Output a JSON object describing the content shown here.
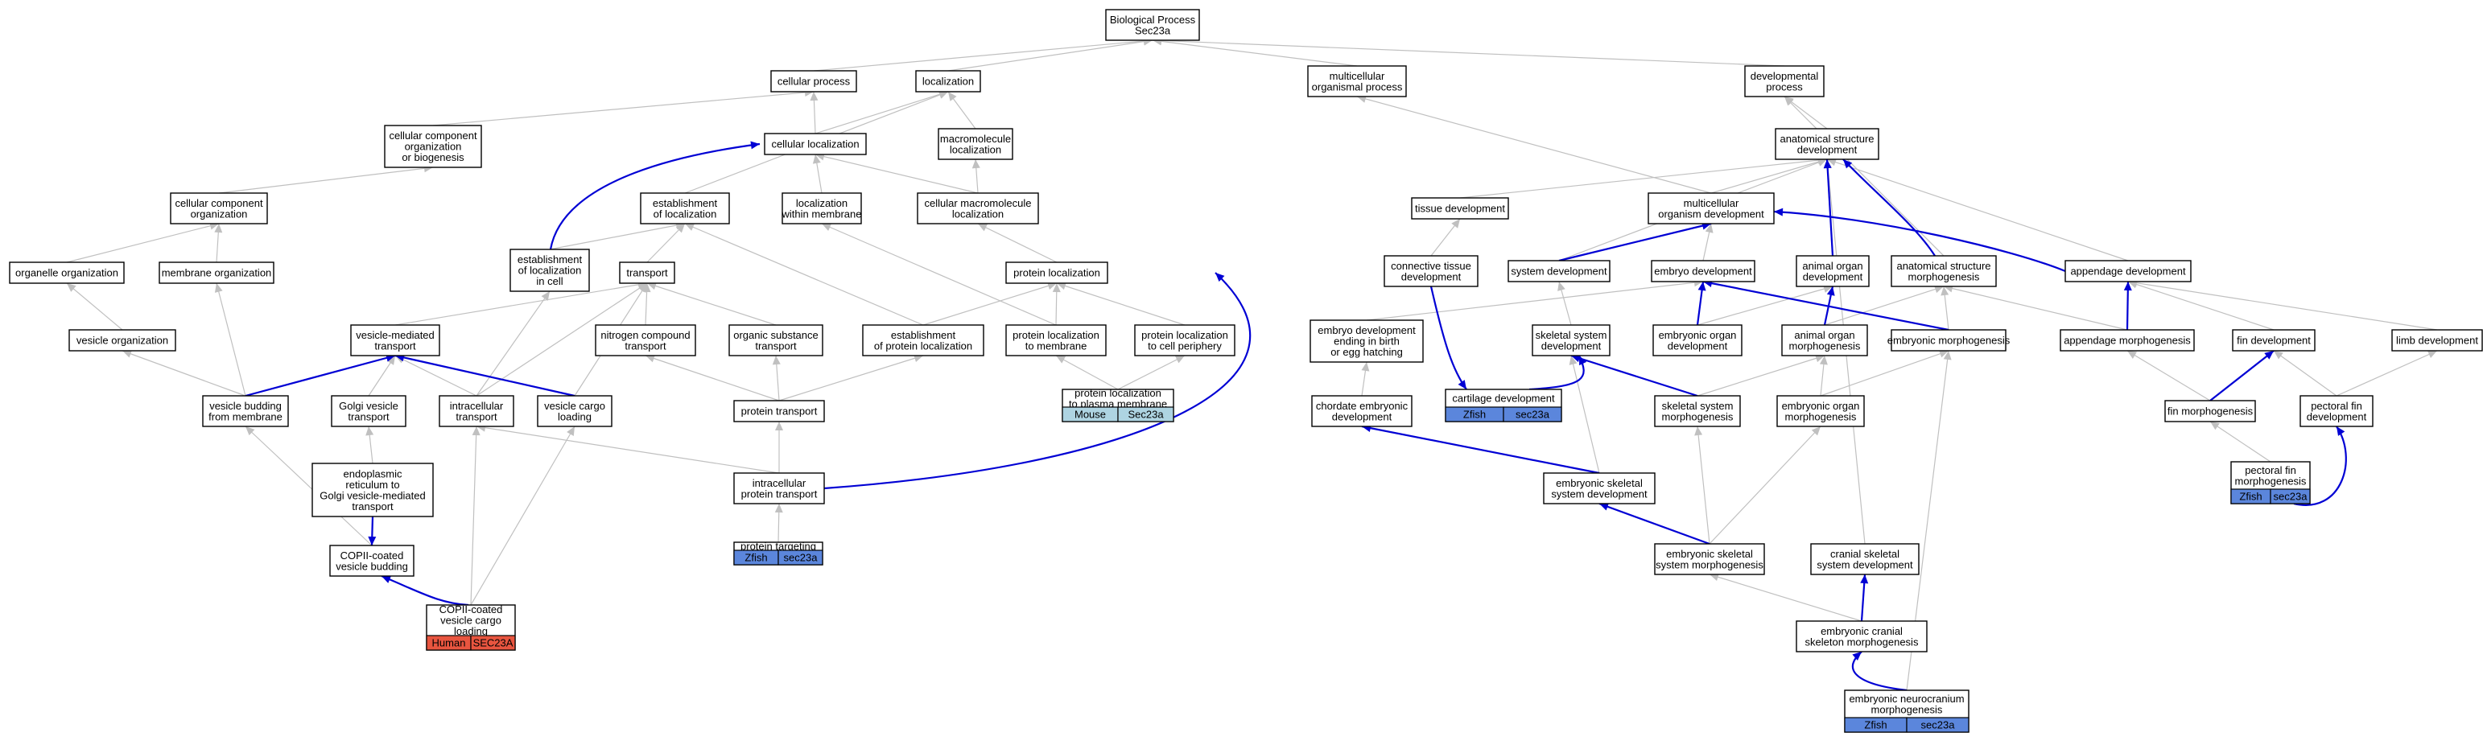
{
  "colors": {
    "edge_gray": "#c0c0c0",
    "edge_blue": "#0000d4",
    "tag_zfish": "#5b86dc",
    "tag_mouse": "#aed4e2",
    "tag_human": "#e8553f"
  },
  "nodes": [
    {
      "id": "bp",
      "lines": [
        "Biological Process",
        "Sec23a"
      ]
    },
    {
      "id": "cellproc",
      "lines": [
        "cellular process"
      ]
    },
    {
      "id": "loc",
      "lines": [
        "localization"
      ]
    },
    {
      "id": "multiorg",
      "lines": [
        "multicellular",
        "organismal process"
      ]
    },
    {
      "id": "devproc",
      "lines": [
        "developmental",
        "process"
      ]
    },
    {
      "id": "ccorg_bio",
      "lines": [
        "cellular component",
        "organization",
        "or biogenesis"
      ]
    },
    {
      "id": "cellloc",
      "lines": [
        "cellular localization"
      ]
    },
    {
      "id": "macroloc",
      "lines": [
        "macromolecule",
        "localization"
      ]
    },
    {
      "id": "ccorg",
      "lines": [
        "cellular component",
        "organization"
      ]
    },
    {
      "id": "estloc",
      "lines": [
        "establishment",
        "of localization"
      ]
    },
    {
      "id": "locmem",
      "lines": [
        "localization",
        "within membrane"
      ]
    },
    {
      "id": "cmacroloc",
      "lines": [
        "cellular macromolecule",
        "localization"
      ]
    },
    {
      "id": "orgorg",
      "lines": [
        "organelle organization"
      ]
    },
    {
      "id": "memorg",
      "lines": [
        "membrane organization"
      ]
    },
    {
      "id": "estloccell",
      "lines": [
        "establishment",
        "of localization",
        "in cell"
      ]
    },
    {
      "id": "transport",
      "lines": [
        "transport"
      ]
    },
    {
      "id": "protloc",
      "lines": [
        "protein localization"
      ]
    },
    {
      "id": "vesorg",
      "lines": [
        "vesicle organization"
      ]
    },
    {
      "id": "vesmed",
      "lines": [
        "vesicle-mediated",
        "transport"
      ]
    },
    {
      "id": "nitro",
      "lines": [
        "nitrogen compound",
        "transport"
      ]
    },
    {
      "id": "organic",
      "lines": [
        "organic substance",
        "transport"
      ]
    },
    {
      "id": "estprot",
      "lines": [
        "establishment",
        "of protein localization"
      ]
    },
    {
      "id": "protlocmem",
      "lines": [
        "protein localization",
        "to membrane"
      ]
    },
    {
      "id": "protlocperi",
      "lines": [
        "protein localization",
        "to cell periphery"
      ]
    },
    {
      "id": "vesbud",
      "lines": [
        "vesicle budding",
        "from membrane"
      ]
    },
    {
      "id": "golgives",
      "lines": [
        "Golgi vesicle",
        "transport"
      ]
    },
    {
      "id": "intracell",
      "lines": [
        "intracellular",
        "transport"
      ]
    },
    {
      "id": "vescargo",
      "lines": [
        "vesicle cargo",
        "loading"
      ]
    },
    {
      "id": "prottrans",
      "lines": [
        "protein transport"
      ]
    },
    {
      "id": "protlocpm",
      "lines": [
        "protein localization",
        "to plasma membrane"
      ],
      "tags": [
        {
          "label": "Mouse",
          "color": "tag_mouse"
        },
        {
          "label": "Sec23a",
          "color": "tag_mouse"
        }
      ]
    },
    {
      "id": "ergolgi",
      "lines": [
        "endoplasmic",
        "reticulum to",
        "Golgi vesicle-mediated",
        "transport"
      ]
    },
    {
      "id": "intraprot",
      "lines": [
        "intracellular",
        "protein transport"
      ]
    },
    {
      "id": "copiibud",
      "lines": [
        "COPII-coated",
        "vesicle budding"
      ]
    },
    {
      "id": "prottarget",
      "lines": [
        "protein targeting"
      ],
      "tags": [
        {
          "label": "Zfish",
          "color": "tag_zfish"
        },
        {
          "label": "sec23a",
          "color": "tag_zfish"
        }
      ]
    },
    {
      "id": "copiicargo",
      "lines": [
        "COPII-coated",
        "vesicle cargo",
        "loading"
      ],
      "tags": [
        {
          "label": "Human",
          "color": "tag_human"
        },
        {
          "label": "SEC23A",
          "color": "tag_human"
        }
      ]
    },
    {
      "id": "anatdev",
      "lines": [
        "anatomical structure",
        "development"
      ]
    },
    {
      "id": "tissuedev",
      "lines": [
        "tissue development"
      ]
    },
    {
      "id": "multidev",
      "lines": [
        "multicellular",
        "organism development"
      ]
    },
    {
      "id": "conntis",
      "lines": [
        "connective tissue",
        "development"
      ]
    },
    {
      "id": "sysdev",
      "lines": [
        "system development"
      ]
    },
    {
      "id": "embdev",
      "lines": [
        "embryo development"
      ]
    },
    {
      "id": "animorgdev",
      "lines": [
        "animal organ",
        "development"
      ]
    },
    {
      "id": "anatmorph",
      "lines": [
        "anatomical structure",
        "morphogenesis"
      ]
    },
    {
      "id": "appdev",
      "lines": [
        "appendage development"
      ]
    },
    {
      "id": "embbirth",
      "lines": [
        "embryo development",
        "ending in birth",
        "or egg hatching"
      ]
    },
    {
      "id": "skeldev",
      "lines": [
        "skeletal system",
        "development"
      ]
    },
    {
      "id": "emborgdev",
      "lines": [
        "embryonic organ",
        "development"
      ]
    },
    {
      "id": "animorgmorph",
      "lines": [
        "animal organ",
        "morphogenesis"
      ]
    },
    {
      "id": "embmorph",
      "lines": [
        "embryonic morphogenesis"
      ]
    },
    {
      "id": "appmorph",
      "lines": [
        "appendage morphogenesis"
      ]
    },
    {
      "id": "findev",
      "lines": [
        "fin development"
      ]
    },
    {
      "id": "limbdev",
      "lines": [
        "limb development"
      ]
    },
    {
      "id": "chordemb",
      "lines": [
        "chordate embryonic",
        "development"
      ]
    },
    {
      "id": "cartdev",
      "lines": [
        "cartilage development"
      ],
      "tags": [
        {
          "label": "Zfish",
          "color": "tag_zfish"
        },
        {
          "label": "sec23a",
          "color": "tag_zfish"
        }
      ]
    },
    {
      "id": "skelmorph",
      "lines": [
        "skeletal system",
        "morphogenesis"
      ]
    },
    {
      "id": "emborgmorph",
      "lines": [
        "embryonic organ",
        "morphogenesis"
      ]
    },
    {
      "id": "finmorph",
      "lines": [
        "fin morphogenesis"
      ]
    },
    {
      "id": "pectdev",
      "lines": [
        "pectoral fin",
        "development"
      ]
    },
    {
      "id": "embskeldev",
      "lines": [
        "embryonic skeletal",
        "system development"
      ]
    },
    {
      "id": "pectmorph",
      "lines": [
        "pectoral fin",
        "morphogenesis"
      ],
      "tags": [
        {
          "label": "Zfish",
          "color": "tag_zfish"
        },
        {
          "label": "sec23a",
          "color": "tag_zfish"
        }
      ]
    },
    {
      "id": "embskelmorph",
      "lines": [
        "embryonic skeletal",
        "system morphogenesis"
      ]
    },
    {
      "id": "cranskel",
      "lines": [
        "cranial skeletal",
        "system development"
      ]
    },
    {
      "id": "embcran",
      "lines": [
        "embryonic cranial",
        "skeleton morphogenesis"
      ]
    },
    {
      "id": "embneuro",
      "lines": [
        "embryonic neurocranium",
        "morphogenesis"
      ],
      "tags": [
        {
          "label": "Zfish",
          "color": "tag_zfish"
        },
        {
          "label": "sec23a",
          "color": "tag_zfish"
        }
      ]
    }
  ]
}
